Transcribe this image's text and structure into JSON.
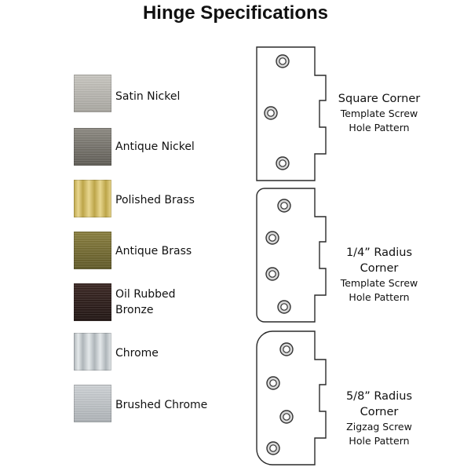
{
  "title": "Hinge Specifications",
  "finishes": [
    {
      "name": "Satin Nickel",
      "color": "#c9c7c1",
      "color2": "#a9a7a1",
      "texture": "brushed"
    },
    {
      "name": "Antique Nickel",
      "color": "#8d8a82",
      "color2": "#5f5c55",
      "texture": "brushed"
    },
    {
      "name": "Polished Brass",
      "color": "#e8d68f",
      "color2": "#bca549",
      "texture": "polished"
    },
    {
      "name": "Antique Brass",
      "color": "#8a7f3e",
      "color2": "#5f5826",
      "texture": "brushed"
    },
    {
      "name": "Oil Rubbed\nBronze",
      "color": "#3a2622",
      "color2": "#1f1311",
      "texture": "brushed"
    },
    {
      "name": "Chrome",
      "color": "#e4e8ea",
      "color2": "#aeb5b9",
      "texture": "polished"
    },
    {
      "name": "Brushed Chrome",
      "color": "#cfd3d6",
      "color2": "#aeb3b7",
      "texture": "brushed"
    }
  ],
  "hinges": [
    {
      "line1": "Square Corner",
      "line2": "Template Screw",
      "line3": "Hole Pattern"
    },
    {
      "line1": "1/4” Radius Corner",
      "line2": "Template Screw",
      "line3": "Hole Pattern"
    },
    {
      "line1": "5/8” Radius Corner",
      "line2": "Zigzag Screw",
      "line3": "Hole Pattern"
    }
  ]
}
